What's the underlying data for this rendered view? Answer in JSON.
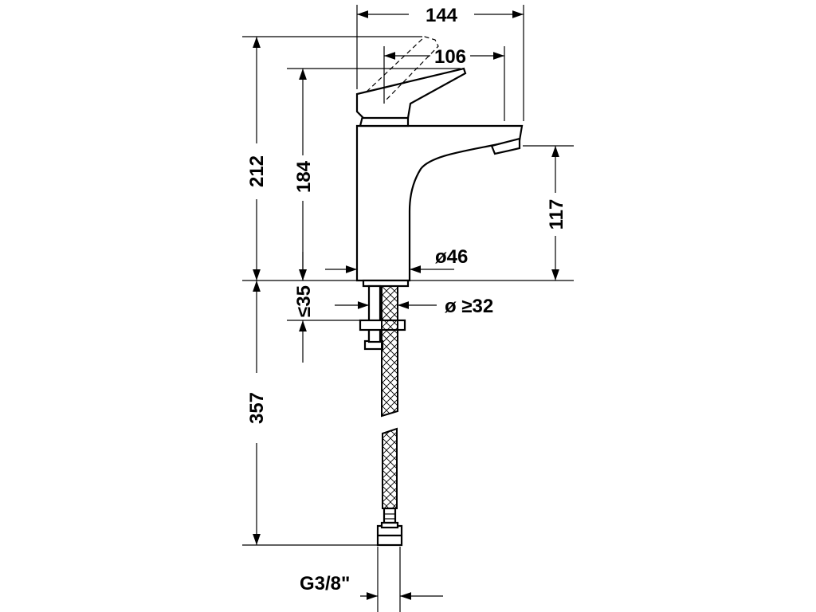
{
  "dimensions": {
    "width_total": "144",
    "spout_reach": "106",
    "height_total": "212",
    "height_lever": "184",
    "spout_height": "117",
    "body_diameter": "ø46",
    "hole_diameter": "ø ≥32",
    "deck_thickness": "≤35",
    "hose_length": "357",
    "thread": "G3/8\""
  }
}
